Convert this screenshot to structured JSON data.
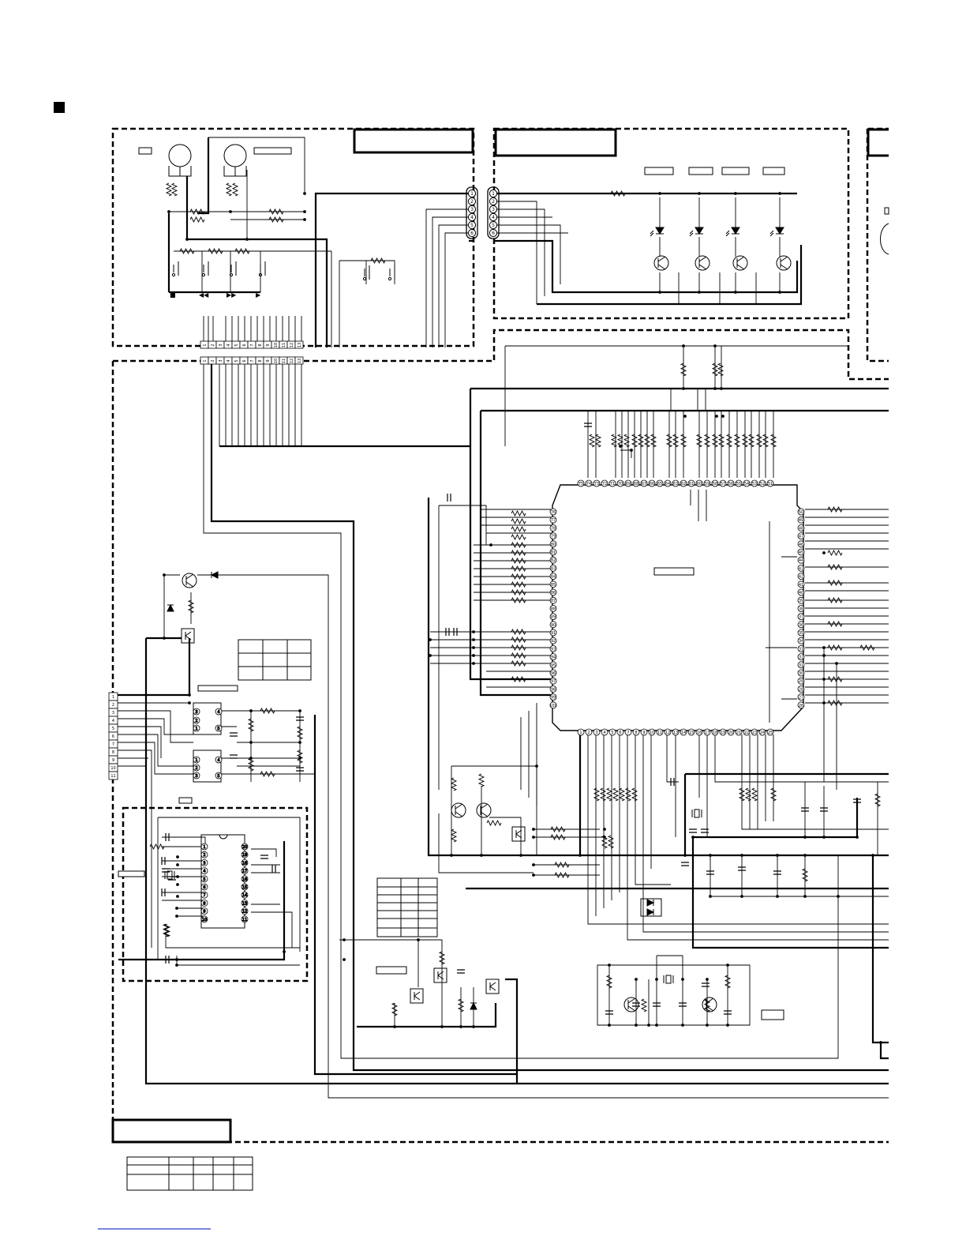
{
  "header": {
    "bullet_icon": "filled-square-icon"
  },
  "connectors": {
    "cn_a_pins": [
      "1",
      "2",
      "3",
      "4",
      "5",
      "6"
    ],
    "cn_b_pins": [
      "1",
      "2",
      "3",
      "4",
      "5",
      "6"
    ],
    "cn_c_pins": [
      "1",
      "2",
      "3",
      "4",
      "5",
      "6",
      "7",
      "8",
      "9",
      "10",
      "11",
      "12",
      "13"
    ],
    "cn_d_pins": [
      "1",
      "2",
      "3",
      "4",
      "5",
      "6",
      "7",
      "8",
      "9",
      "10",
      "11",
      "12",
      "13"
    ],
    "cn_e_pins": [
      "1",
      "2",
      "3",
      "4",
      "5",
      "6",
      "7",
      "8",
      "9",
      "10",
      "11"
    ]
  },
  "transport_keys": {
    "symbols": [
      "■",
      "◀◀",
      "▶▶",
      "▶"
    ]
  },
  "mcu": {
    "top_pins_label_start": 75,
    "top_pins_label_end": 51,
    "left_pins_label_start": 76,
    "left_pins_label_end": 100,
    "bottom_pins_label_start": 1,
    "bottom_pins_label_end": 25,
    "right_pins_label_start": 50,
    "right_pins_label_end": 26
  },
  "small_ics": {
    "ic1_pins": [
      "3",
      "2",
      "1",
      "4",
      "5"
    ],
    "ic2_pins": [
      "1",
      "2",
      "3",
      "4",
      "5"
    ],
    "ic3_left_pins": [
      "1",
      "2",
      "3",
      "4",
      "5",
      "6",
      "7",
      "8",
      "9",
      "10"
    ],
    "ic3_right_pins": [
      "20",
      "19",
      "18",
      "17",
      "16",
      "15",
      "14",
      "13",
      "12",
      "11"
    ]
  }
}
